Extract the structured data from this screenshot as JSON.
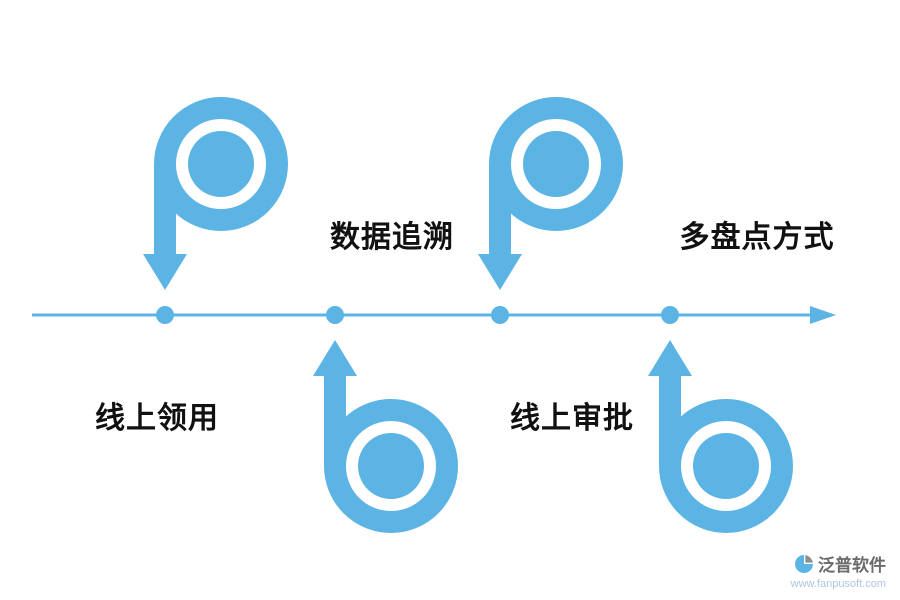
{
  "colors": {
    "accent_blue": "#5cb4e4",
    "label_text": "#111111",
    "watermark_brand": "#6b6b6b",
    "watermark_url": "#adc6e0",
    "logo_gray": "#8a8f94"
  },
  "labels": {
    "data_trace": "数据追溯",
    "multi_count": "多盘点方式",
    "online_requisition": "线上领用",
    "online_approval": "线上审批"
  },
  "watermark": {
    "brand": "泛普软件",
    "url": "www.fanpusoft.com"
  }
}
